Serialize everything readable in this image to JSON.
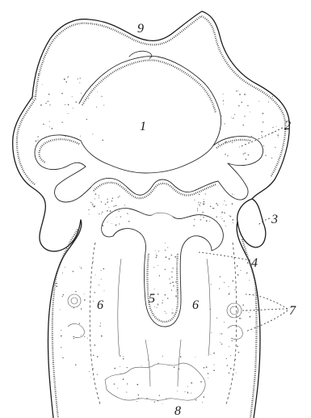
{
  "labels": {
    "l1": "1",
    "l2": "2",
    "l3": "3",
    "l4": "4",
    "l5": "5",
    "l6a": "6",
    "l6b": "6",
    "l7": "7",
    "l8": "8",
    "l9": "9"
  }
}
